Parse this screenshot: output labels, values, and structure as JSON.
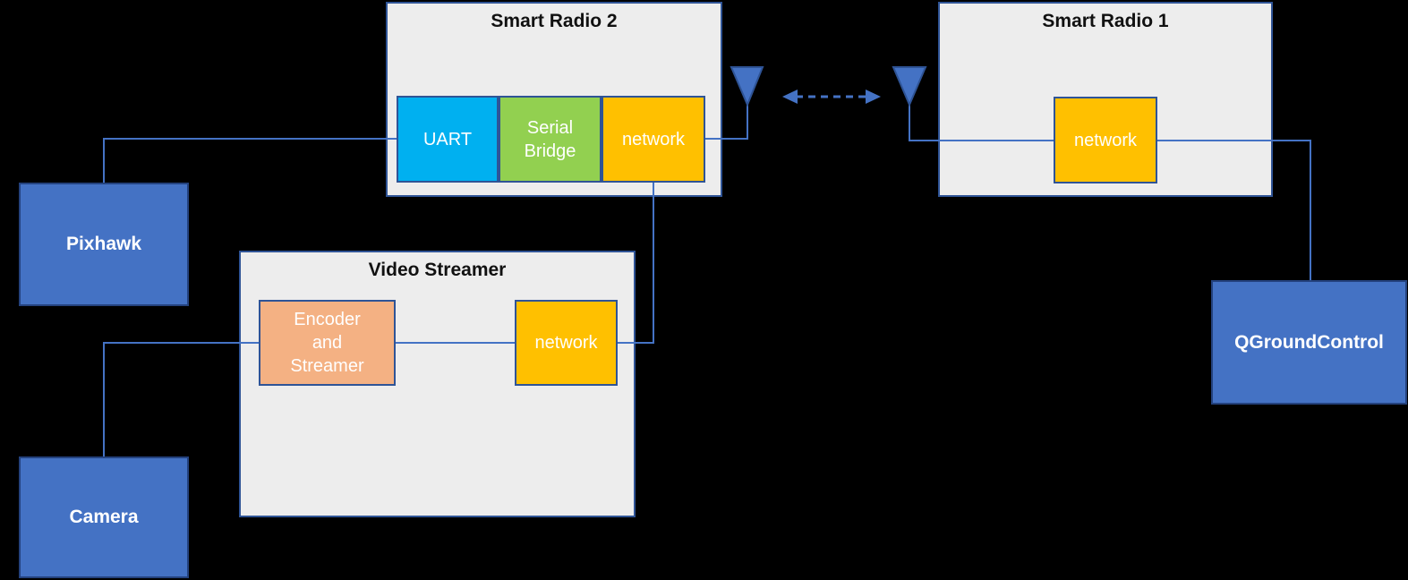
{
  "diagram": {
    "nodes": {
      "smart_radio_2": {
        "title": "Smart Radio 2",
        "modules": {
          "uart": {
            "label": "UART",
            "color": "#00B0F0"
          },
          "serial_bridge": {
            "label": "Serial Bridge",
            "lines": [
              "Serial",
              "Bridge"
            ],
            "color": "#92D050"
          },
          "network": {
            "label": "network",
            "color": "#FFC000"
          }
        }
      },
      "smart_radio_1": {
        "title": "Smart Radio 1",
        "modules": {
          "network": {
            "label": "network",
            "color": "#FFC000"
          }
        }
      },
      "video_streamer": {
        "title": "Video Streamer",
        "modules": {
          "encoder_streamer": {
            "label": "Encoder and Streamer",
            "lines": [
              "Encoder",
              "and",
              "Streamer"
            ],
            "color": "#F4B183"
          },
          "network": {
            "label": "network",
            "color": "#FFC000"
          }
        }
      },
      "pixhawk": {
        "label": "Pixhawk",
        "color": "#4472C4"
      },
      "camera": {
        "label": "Camera",
        "color": "#4472C4"
      },
      "qgroundcontrol": {
        "label": "QGroundControl",
        "color": "#4472C4"
      }
    },
    "icons": {
      "left_antenna": "antenna-icon",
      "right_antenna": "antenna-icon",
      "wireless_link": "dashed-double-arrow-icon"
    },
    "connections": [
      {
        "from": "pixhawk",
        "to": "smart_radio_2.uart"
      },
      {
        "from": "camera",
        "to": "video_streamer.encoder_streamer"
      },
      {
        "from": "video_streamer.encoder_streamer",
        "to": "video_streamer.network"
      },
      {
        "from": "video_streamer.network",
        "to": "smart_radio_2.network"
      },
      {
        "from": "smart_radio_2.network",
        "to": "left-antenna"
      },
      {
        "from": "right-antenna",
        "to": "smart_radio_1.network"
      },
      {
        "from": "smart_radio_1.network",
        "to": "qgroundcontrol"
      },
      {
        "from": "left-antenna",
        "to": "right-antenna",
        "style": "dashed-double-arrow"
      }
    ],
    "colors": {
      "background": "#000000",
      "panel_fill": "#EDEDED",
      "panel_border": "#2F5496",
      "node_fill": "#4472C4",
      "node_border": "#24427E",
      "connector": "#4472C4",
      "uart_fill": "#00B0F0",
      "serial_bridge_fill": "#92D050",
      "network_fill": "#FFC000",
      "encoder_fill": "#F4B183",
      "title_text": "#111111",
      "module_text": "#FFFFFF"
    }
  }
}
